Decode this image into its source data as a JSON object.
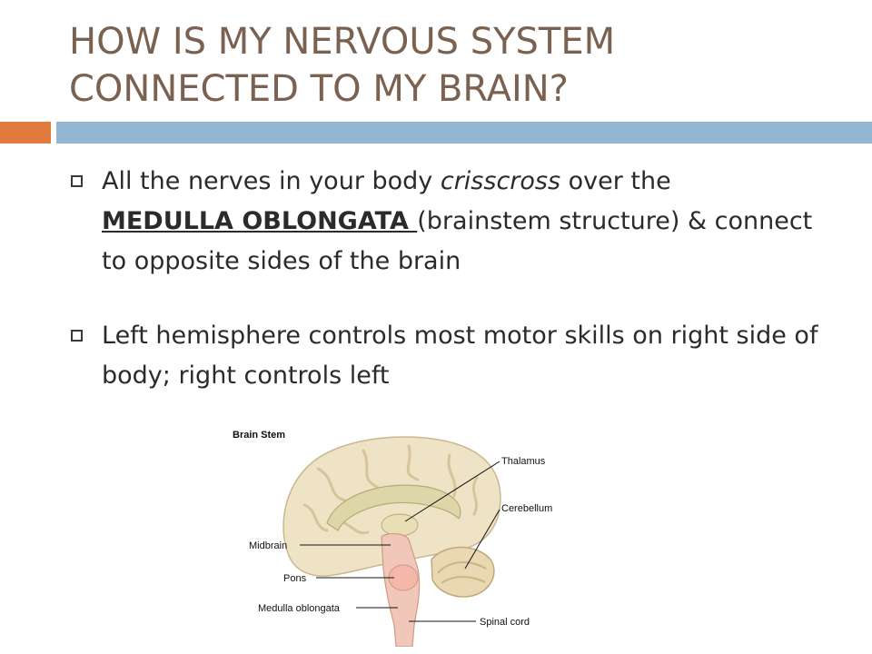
{
  "slide": {
    "title_line1": "HOW IS MY NERVOUS SYSTEM",
    "title_line2": "CONNECTED TO MY BRAIN?",
    "accent_colors": {
      "orange": "#e07a3f",
      "blue": "#94b6d2",
      "title": "#7a6150"
    }
  },
  "bullets": [
    {
      "part1": "All the nerves in your body ",
      "italic": "crisscross",
      "part2": " over the ",
      "underline": "MEDULLA OBLONGATA ",
      "part3": "(brainstem structure) & connect to opposite sides of the brain"
    },
    {
      "text": "Left hemisphere controls most motor skills on right side of body; right controls left"
    }
  ],
  "figure": {
    "title": "Brain Stem",
    "labels": {
      "thalamus": "Thalamus",
      "cerebellum": "Cerebellum",
      "midbrain": "Midbrain",
      "pons": "Pons",
      "medulla": "Medulla oblongata",
      "spinal_cord": "Spinal cord"
    }
  }
}
